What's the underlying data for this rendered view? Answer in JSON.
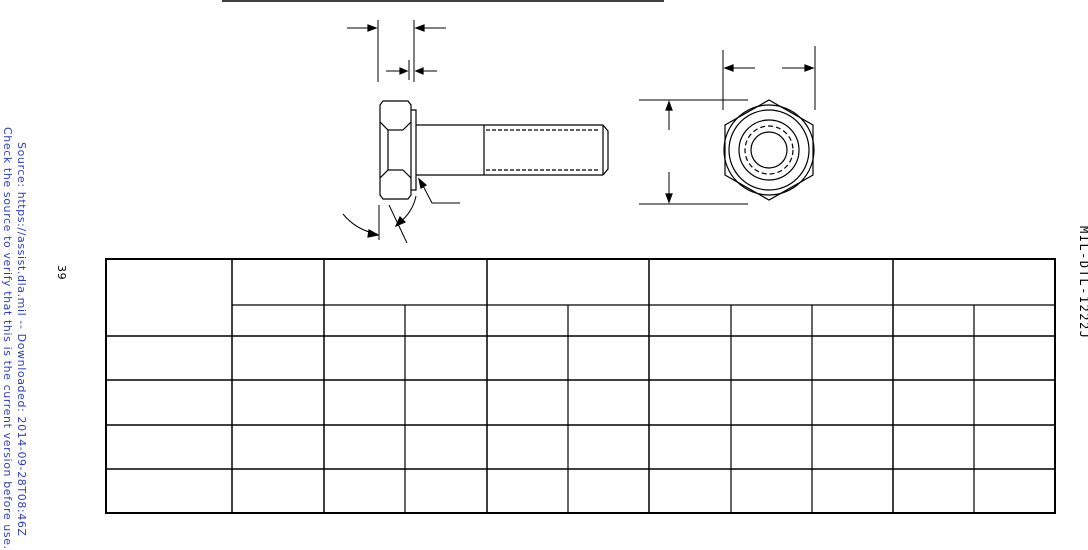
{
  "page": {
    "document_id": "MIL-DTL-1222J",
    "page_number": "39"
  },
  "source_notice": {
    "line1": "Source: https://assist.dla.mil -- Downloaded: 2014-09-28T08:46Z",
    "line2": "Check the source to verify that this is the current version before use."
  },
  "colors": {
    "ink": "#000000",
    "notice": "#2f3fb6"
  },
  "figure": {
    "views": [
      "side-view-of-hex-bolt",
      "end-view-of-hex-head"
    ]
  },
  "table": {
    "header_row1": [
      "",
      "",
      "",
      "",
      "",
      ""
    ],
    "header_row2": [
      "",
      "",
      "",
      "",
      "",
      "",
      "",
      "",
      ""
    ],
    "rows": [
      [
        "",
        "",
        "",
        "",
        "",
        "",
        "",
        "",
        "",
        ""
      ],
      [
        "",
        "",
        "",
        "",
        "",
        "",
        "",
        "",
        "",
        ""
      ],
      [
        "",
        "",
        "",
        "",
        "",
        "",
        "",
        "",
        "",
        ""
      ],
      [
        "",
        "",
        "",
        "",
        "",
        "",
        "",
        "",
        "",
        ""
      ]
    ]
  }
}
